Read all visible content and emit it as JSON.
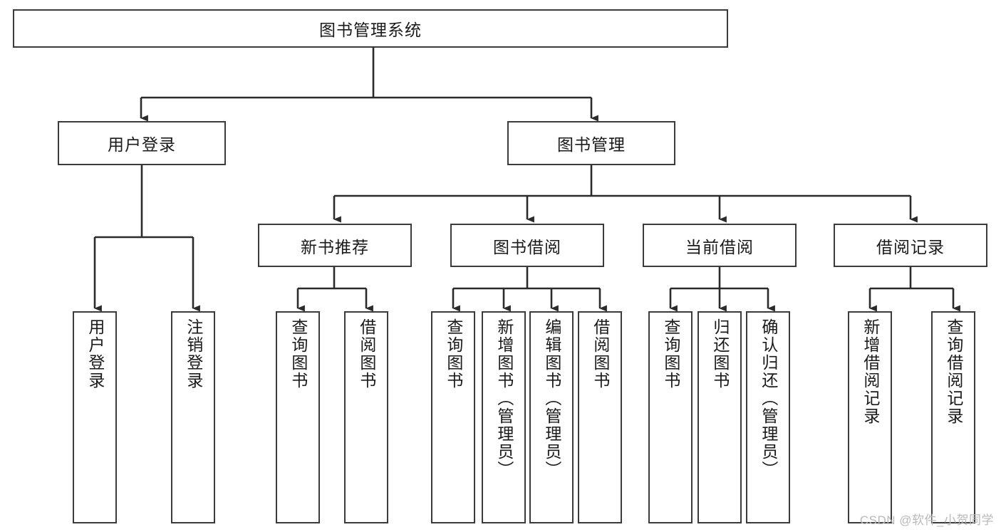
{
  "diagram": {
    "title": "图书管理系统",
    "type": "tree",
    "watermark": "CSDN @软件_小贺同学",
    "colors": {
      "box_stroke": "#3b3b3b",
      "box_fill": "#ffffff",
      "line": "#2b2b2b",
      "text": "#1a1a1a",
      "watermark": "#b9b9b9"
    },
    "nodes": {
      "root": {
        "label": "图书管理系统"
      },
      "level2": [
        {
          "id": "user-login",
          "label": "用户登录"
        },
        {
          "id": "book-manage",
          "label": "图书管理"
        }
      ],
      "level3": [
        {
          "id": "new-book-recommend",
          "label": "新书推荐"
        },
        {
          "id": "book-borrow",
          "label": "图书借阅"
        },
        {
          "id": "current-borrow",
          "label": "当前借阅"
        },
        {
          "id": "borrow-record",
          "label": "借阅记录"
        }
      ],
      "leaves": {
        "user-login": [
          {
            "id": "leaf-user-login",
            "label": "用户登录"
          },
          {
            "id": "leaf-logout-login",
            "label": "注销登录"
          }
        ],
        "new-book-recommend": [
          {
            "id": "leaf-query-book-1",
            "label": "查询图书"
          },
          {
            "id": "leaf-borrow-book-1",
            "label": "借阅图书"
          }
        ],
        "book-borrow": [
          {
            "id": "leaf-query-book-2",
            "label": "查询图书"
          },
          {
            "id": "leaf-add-book",
            "label": "新增图书（管理员）"
          },
          {
            "id": "leaf-edit-book",
            "label": "编辑图书（管理员）"
          },
          {
            "id": "leaf-borrow-book-2",
            "label": "借阅图书"
          }
        ],
        "current-borrow": [
          {
            "id": "leaf-query-book-3",
            "label": "查询图书"
          },
          {
            "id": "leaf-return-book",
            "label": "归还图书"
          },
          {
            "id": "leaf-confirm-return",
            "label": "确认归还（管理员）"
          }
        ],
        "borrow-record": [
          {
            "id": "leaf-add-record",
            "label": "新增借阅记录"
          },
          {
            "id": "leaf-query-record",
            "label": "查询借阅记录"
          }
        ]
      }
    }
  }
}
